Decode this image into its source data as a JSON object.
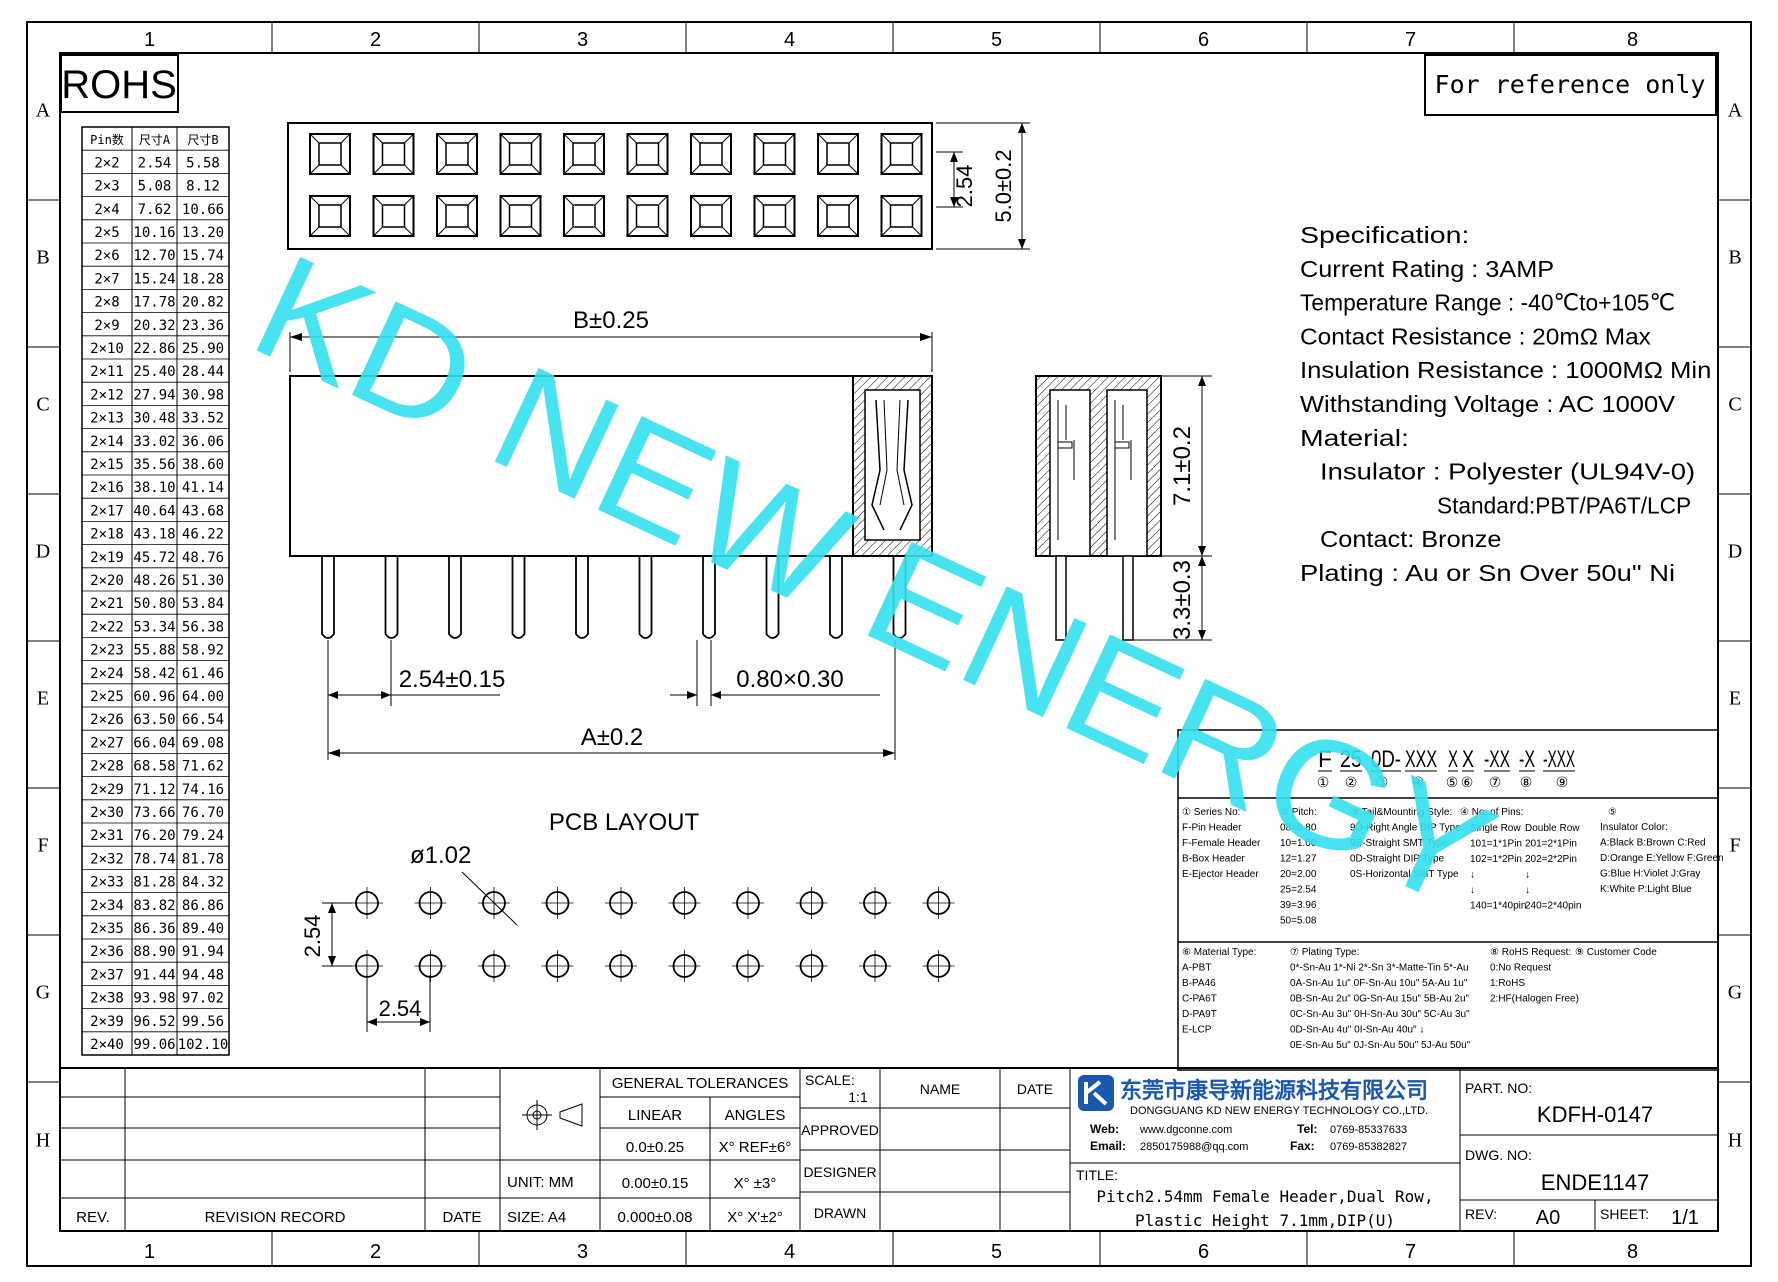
{
  "grid": {
    "columns": [
      "1",
      "2",
      "3",
      "4",
      "5",
      "6",
      "7",
      "8"
    ],
    "rows": [
      "A",
      "B",
      "C",
      "D",
      "E",
      "F",
      "G",
      "H"
    ]
  },
  "rohs_label": "ROHS",
  "reference_note": "For reference only",
  "watermark": "KD NEW ENERGY",
  "pin_table": {
    "headers": [
      "Pin数",
      "尺寸A",
      "尺寸B"
    ],
    "rows": [
      [
        "2×2",
        "2.54",
        "5.58"
      ],
      [
        "2×3",
        "5.08",
        "8.12"
      ],
      [
        "2×4",
        "7.62",
        "10.66"
      ],
      [
        "2×5",
        "10.16",
        "13.20"
      ],
      [
        "2×6",
        "12.70",
        "15.74"
      ],
      [
        "2×7",
        "15.24",
        "18.28"
      ],
      [
        "2×8",
        "17.78",
        "20.82"
      ],
      [
        "2×9",
        "20.32",
        "23.36"
      ],
      [
        "2×10",
        "22.86",
        "25.90"
      ],
      [
        "2×11",
        "25.40",
        "28.44"
      ],
      [
        "2×12",
        "27.94",
        "30.98"
      ],
      [
        "2×13",
        "30.48",
        "33.52"
      ],
      [
        "2×14",
        "33.02",
        "36.06"
      ],
      [
        "2×15",
        "35.56",
        "38.60"
      ],
      [
        "2×16",
        "38.10",
        "41.14"
      ],
      [
        "2×17",
        "40.64",
        "43.68"
      ],
      [
        "2×18",
        "43.18",
        "46.22"
      ],
      [
        "2×19",
        "45.72",
        "48.76"
      ],
      [
        "2×20",
        "48.26",
        "51.30"
      ],
      [
        "2×21",
        "50.80",
        "53.84"
      ],
      [
        "2×22",
        "53.34",
        "56.38"
      ],
      [
        "2×23",
        "55.88",
        "58.92"
      ],
      [
        "2×24",
        "58.42",
        "61.46"
      ],
      [
        "2×25",
        "60.96",
        "64.00"
      ],
      [
        "2×26",
        "63.50",
        "66.54"
      ],
      [
        "2×27",
        "66.04",
        "69.08"
      ],
      [
        "2×28",
        "68.58",
        "71.62"
      ],
      [
        "2×29",
        "71.12",
        "74.16"
      ],
      [
        "2×30",
        "73.66",
        "76.70"
      ],
      [
        "2×31",
        "76.20",
        "79.24"
      ],
      [
        "2×32",
        "78.74",
        "81.78"
      ],
      [
        "2×33",
        "81.28",
        "84.32"
      ],
      [
        "2×34",
        "83.82",
        "86.86"
      ],
      [
        "2×35",
        "86.36",
        "89.40"
      ],
      [
        "2×36",
        "88.90",
        "91.94"
      ],
      [
        "2×37",
        "91.44",
        "94.48"
      ],
      [
        "2×38",
        "93.98",
        "97.02"
      ],
      [
        "2×39",
        "96.52",
        "99.56"
      ],
      [
        "2×40",
        "99.06",
        "102.10"
      ]
    ]
  },
  "dimensions": {
    "pitch_v": "2.54",
    "height_total": "5.0±0.2",
    "b_length": "B±0.25",
    "a_length": "A±0.2",
    "pin_pitch": "2.54±0.15",
    "pin_section": "0.80×0.30",
    "plastic_height": "7.1±0.2",
    "tail_length": "3.3±0.3"
  },
  "pcb": {
    "title": "PCB LAYOUT",
    "hole": "ø1.02",
    "pitch_v": "2.54",
    "pitch_h": "2.54"
  },
  "specification": {
    "lines": [
      "Specification:",
      "Current Rating : 3AMP",
      "Temperature Range : -40℃to+105℃",
      "Contact Resistance : 20mΩ Max",
      "Insulation Resistance : 1000MΩ Min",
      "Withstanding Voltage : AC 1000V",
      "Material:",
      "Insulator : Polyester (UL94V-0)",
      "Standard:PBT/PA6T/LCP",
      "Contact: Bronze",
      "Plating : Au or Sn Over 50u\" Ni"
    ]
  },
  "part_code": {
    "segments": [
      "F",
      "25",
      "0D-",
      "XXX",
      "X",
      "X",
      "-XX",
      "-X",
      "-XXX"
    ],
    "markers": [
      "①",
      "②",
      "③",
      "④",
      "⑤",
      "⑥",
      "⑦",
      "⑧",
      "⑨"
    ]
  },
  "legend": {
    "series": [
      "① Series No:",
      "F-Pin Header",
      "F-Female Header",
      "B-Box Header",
      "E-Ejector Header"
    ],
    "pitch": [
      "② Pitch:",
      "08=0.80",
      "10=1.00",
      "12=1.27",
      "20=2.00",
      "25=2.54",
      "39=3.96",
      "50=5.08"
    ],
    "tail": [
      "③ Tail&Mounting Style:",
      "9D-Right Angle DIP Type",
      "9S-Straight SMT Type",
      "0D-Straight DIP Type",
      "0S-Horizontal SMT Type"
    ],
    "pins": [
      "④ No. of Pins:",
      "Single Row",
      "Double Row",
      "101=1*1Pin",
      "201=2*1Pin",
      "102=1*2Pin",
      "202=2*2Pin",
      "↓",
      "↓",
      "↓",
      "↓",
      "140=1*40pin",
      "240=2*40pin"
    ],
    "color": [
      "⑤",
      "Insulator Color:",
      "A:Black  B:Brown  C:Red",
      "D:Orange E:Yellow F:Green",
      "G:Blue   H:Violet J:Gray",
      "K:White  P:Light Blue"
    ],
    "material": [
      "⑥ Material Type:",
      "A-PBT",
      "B-PA46",
      "C-PA6T",
      "D-PA9T",
      "E-LCP"
    ],
    "plating": [
      "⑦ Plating Type:",
      "0*-Sn-Au 1*-Ni 2*-Sn 3*-Matte-Tin 5*-Au",
      "0A-Sn-Au 1u\" 0F-Sn-Au 10u\"  5A-Au 1u\"",
      "0B-Sn-Au 2u\" 0G-Sn-Au 15u\"  5B-Au 2u\"",
      "0C-Sn-Au 3u\" 0H-Sn-Au 30u\"  5C-Au 3u\"",
      "0D-Sn-Au 4u\" 0I-Sn-Au 40u\"     ↓",
      "0E-Sn-Au 5u\" 0J-Sn-Au 50u\"  5J-Au 50u\""
    ],
    "rohs": [
      "⑧ RoHS Request:",
      "0:No Request",
      "1:RoHS",
      "2:HF(Halogen Free)"
    ],
    "customer": [
      "⑨ Customer Code"
    ]
  },
  "title_block": {
    "rev_label": "REV.",
    "revision_record": "REVISION RECORD",
    "date_label": "DATE",
    "general_tolerances": "GENERAL TOLERANCES",
    "linear": "LINEAR",
    "angles": "ANGLES",
    "lin": [
      "0.0±0.25",
      "0.00±0.15",
      "0.000±0.08"
    ],
    "ang": [
      "X° REF±6°",
      "X° ±3°",
      "X° X'±2°"
    ],
    "unit": "UNIT:  MM",
    "size": "SIZE:  A4",
    "scale_label": "SCALE:",
    "scale_value": "1:1",
    "name_label": "NAME",
    "date_col": "DATE",
    "approved": "APPROVED",
    "designer": "DESIGNER",
    "drawn": "DRAWN",
    "company_cn": "东莞市康导新能源科技有限公司",
    "company_en": "DONGGUANG KD NEW ENERGY TECHNOLOGY CO.,LTD.",
    "web_label": "Web:",
    "web": "www.dgconne.com",
    "tel_label": "Tel:",
    "tel": "0769-85337633",
    "email_label": "Email:",
    "email": "2850175988@qq.com",
    "fax_label": "Fax:",
    "fax": "0769-85382827",
    "title_label": "TITLE:",
    "title_line1": "Pitch2.54mm Female Header,Dual Row,",
    "title_line2": "Plastic Height 7.1mm,DIP(U)",
    "part_no_label": "PART. NO:",
    "part_no": "KDFH-0147",
    "dwg_no_label": "DWG. NO:",
    "dwg_no": "ENDE1147",
    "rev_value_label": "REV:",
    "rev_value": "A0",
    "sheet_label": "SHEET:",
    "sheet_value": "1/1"
  },
  "colors": {
    "line": "#000000",
    "watermark": "#33e0f0",
    "logo": "#1a58b0"
  }
}
